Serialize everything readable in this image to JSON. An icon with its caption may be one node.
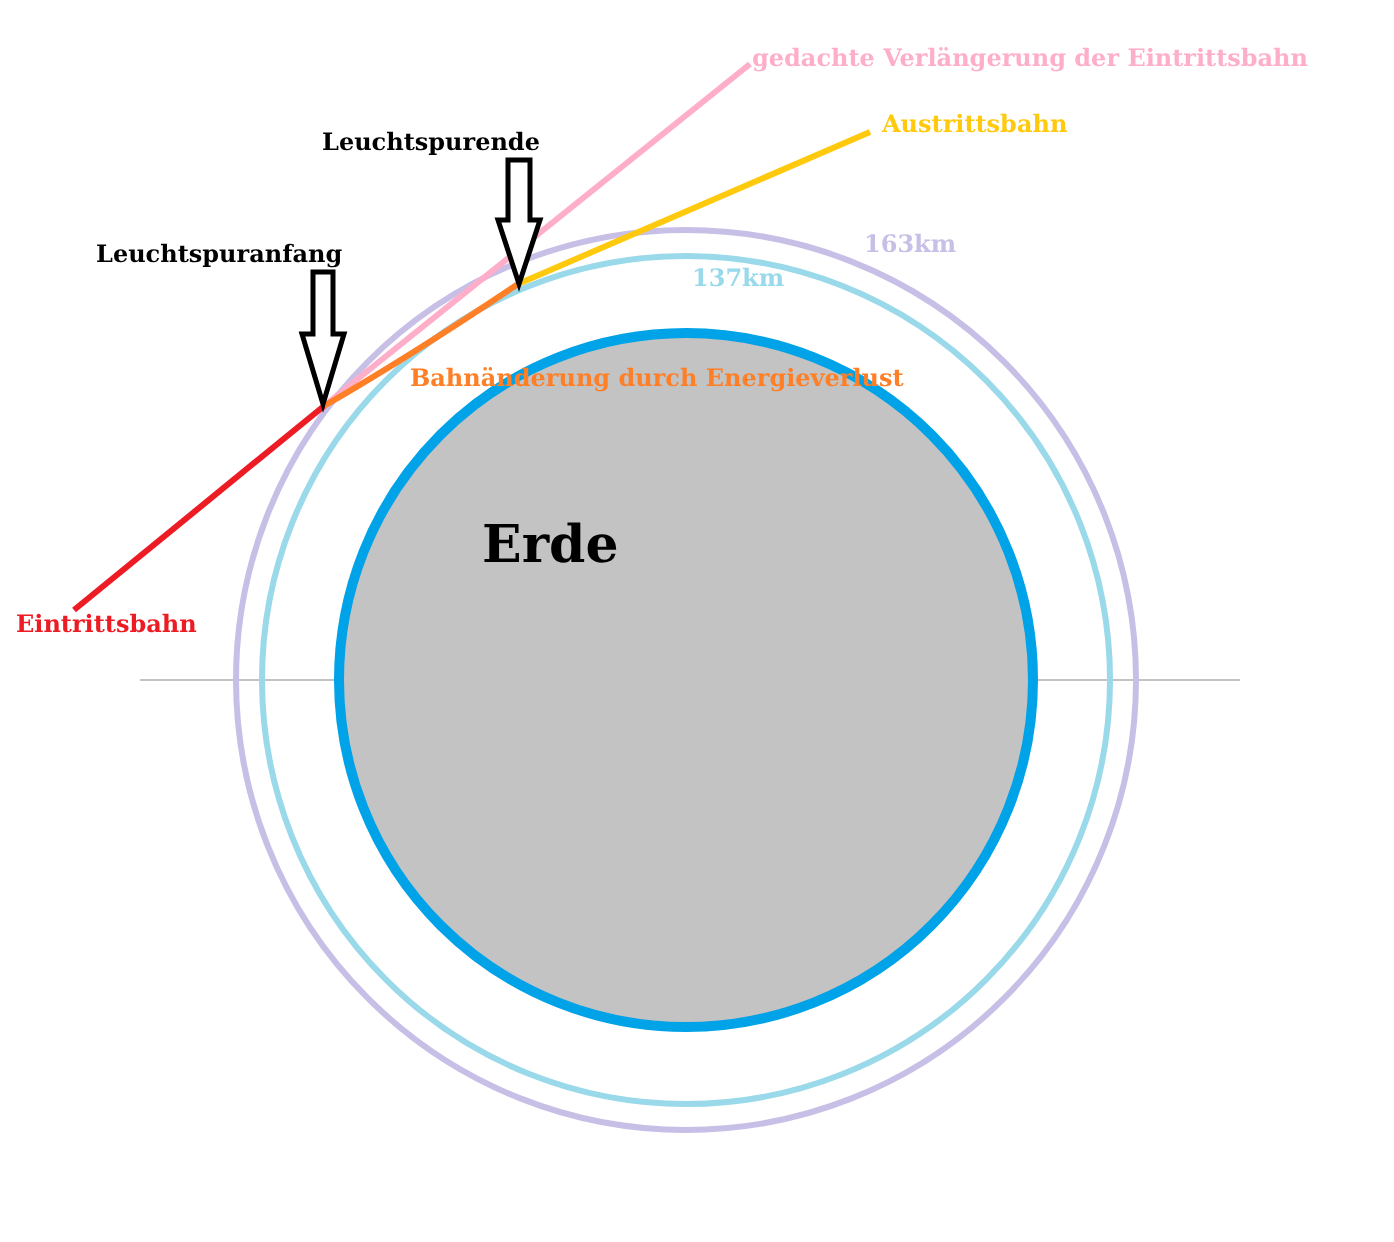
{
  "diagram": {
    "nodes": [
      {
        "text": [
          "Leuchtspurende"
        ]
      },
      {
        "text": [
          "Leuchtspuranfang"
        ]
      },
      {
        "text": [
          "Erde"
        ]
      }
    ],
    "edges": [
      {
        "from": 0,
        "to": null,
        "arrow": "to"
      },
      {
        "from": 1,
        "to": null,
        "arrow": "to"
      }
    ],
    "labels": [
      "gedachte Verlängerung der Eintrittsbahn",
      "Austrittsbahn",
      "163km",
      "137km",
      "Bahnänderung durch Energieverlust",
      "Eintrittsbahn"
    ]
  }
}
